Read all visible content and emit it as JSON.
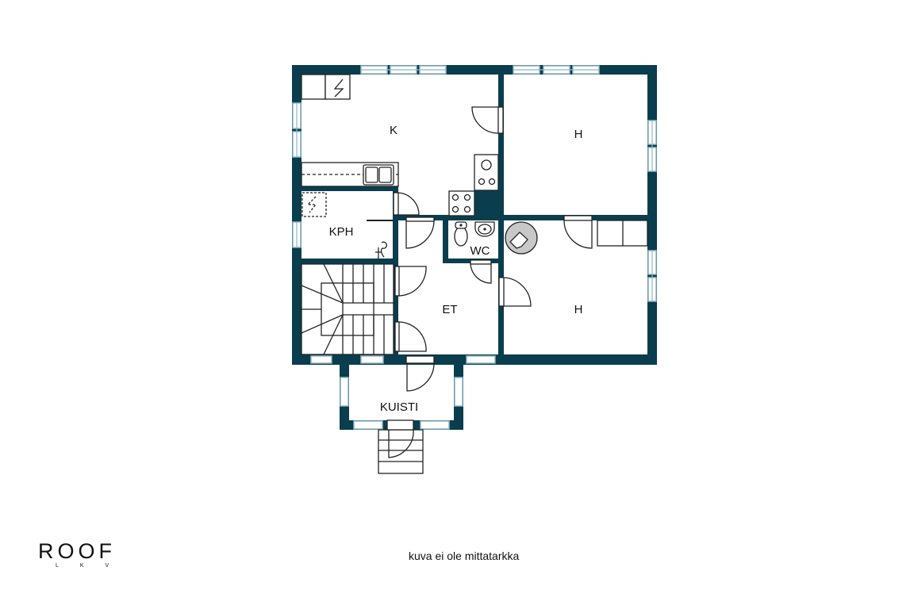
{
  "colors": {
    "wall": "#0a3d4e",
    "window_frame": "#8fb6c4",
    "fixture_line": "#222222",
    "boiler_fill": "#c8c8c8",
    "background": "#ffffff"
  },
  "rooms": [
    {
      "id": "K",
      "label": "K",
      "meaning": "kitchen"
    },
    {
      "id": "H1",
      "label": "H",
      "meaning": "bedroom"
    },
    {
      "id": "H2",
      "label": "H",
      "meaning": "bedroom"
    },
    {
      "id": "KPH",
      "label": "KPH",
      "meaning": "bathroom"
    },
    {
      "id": "WC",
      "label": "WC",
      "meaning": "toilet"
    },
    {
      "id": "ET",
      "label": "ET",
      "meaning": "hall"
    },
    {
      "id": "KUISTI",
      "label": "KUISTI",
      "meaning": "porch"
    }
  ],
  "labels": {
    "k": "K",
    "h_top": "H",
    "h_bottom": "H",
    "kph": "KPH",
    "wc": "WC",
    "et": "ET",
    "kuisti": "KUISTI"
  },
  "footer": {
    "logo_main": "ROOF",
    "logo_sub": "LKV",
    "disclaimer": "kuva ei ole mittatarkka"
  }
}
